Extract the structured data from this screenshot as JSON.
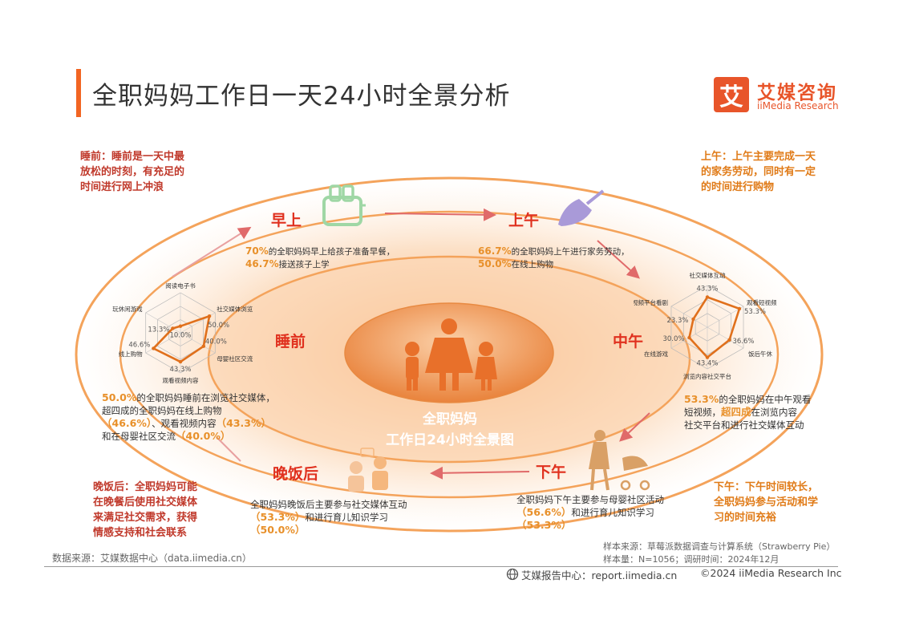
{
  "header": {
    "title": "全职妈妈工作日一天24小时全景分析"
  },
  "logo": {
    "icon_char": "艾",
    "cn": "艾媒咨询",
    "en": "iiMedia Research"
  },
  "notes": {
    "bedtime": {
      "head": "睡前：",
      "l1": "睡前是一天中最",
      "l2": "放松的时刻，有充足的",
      "l3": "时间进行网上冲浪"
    },
    "morning": {
      "head": "上午：",
      "l1": "上午主要完成一天",
      "l2": "的家务劳动，同时有一定",
      "l3": "的时间进行购物"
    },
    "dinner": {
      "head": "晚饭后：",
      "l1": "全职妈妈可能",
      "l2": "在晚餐后使用社交媒体",
      "l3": "来满足社交需求，获得",
      "l4": "情感支持和社会联系"
    },
    "afternoon": {
      "head": "下午：",
      "l1": "下午时间较长，",
      "l2": "全职妈妈参与活动和学",
      "l3": "习的时间充裕"
    }
  },
  "periods": {
    "early": "早上",
    "morning": "上午",
    "noon": "中午",
    "afternoon": "下午",
    "evening": "晚饭后",
    "bedtime": "睡前"
  },
  "center": {
    "l1": "全职妈妈",
    "l2": "工作日24小时全景图"
  },
  "stats": {
    "early": {
      "p1": "70%",
      "t1": "的全职妈妈早上给孩子准备早餐，",
      "p2": "46.7%",
      "t2": "接送孩子上学"
    },
    "morning": {
      "p1": "66.7%",
      "t1": "的全职妈妈上午进行家务劳动，",
      "p2": "50.0%",
      "t2": "在线上购物"
    },
    "noon": {
      "p1": "53.3%",
      "t1": "的全职妈妈在中午观看",
      "t2": "短视频，",
      "p2": "超四成",
      "t3": "在浏览内容",
      "t4": "社交平台和进行社交媒体互动"
    },
    "afternoon": {
      "t1": "全职妈妈下午主要参与母婴社区活动",
      "p1": "（56.6%）",
      "t2": "和进行育儿知识学习",
      "p2": "（53.3%）"
    },
    "evening": {
      "t1": "全职妈妈晚饭后主要参与社交媒体互动",
      "p1": "（53.3%）",
      "t2": "和进行育儿知识学习",
      "p2": "（50.0%）"
    },
    "bedtime": {
      "p1": "50.0%",
      "t1": "的全职妈妈睡前在浏览社交媒体，",
      "t2": "超四成的全职妈妈在线上购物",
      "p2": "（46.6%）",
      "t3": "、观看视频内容",
      "p3": "（43.3%）",
      "t4": "和在母婴社区交流",
      "p4": "（40.0%）"
    }
  },
  "radar_left": {
    "labels": [
      "阅读电子书",
      "社交媒体浏览",
      "母婴社区交流",
      "观看视频内容",
      "线上购物",
      "玩休闲游戏"
    ],
    "values": [
      10.0,
      50.0,
      40.0,
      43.3,
      46.6,
      13.3
    ],
    "value_labels": [
      "10.0%",
      "50.0%",
      "40.0%",
      "43.3%",
      "46.6%",
      "13.3%"
    ]
  },
  "radar_right": {
    "labels": [
      "社交媒体互动",
      "观看短视频",
      "饭后午休",
      "浏览内容社交平台",
      "在线游戏",
      "长视频平台看剧"
    ],
    "values": [
      43.3,
      53.3,
      36.6,
      43.4,
      30.0,
      23.3
    ],
    "value_labels": [
      "43.3%",
      "53.3%",
      "36.6%",
      "43.4%",
      "30.0%",
      "23.3%"
    ]
  },
  "footer": {
    "source_left": "数据来源：艾媒数据中心（data.iimedia.cn）",
    "sample_source": "样本来源：草莓派数据调查与计算系统（Strawberry Pie）",
    "sample_size": "样本量：N=1056；调研时间：2024年12月",
    "report_center": "艾媒报告中心：report.iimedia.cn",
    "copyright": "©2024  iiMedia Research  Inc"
  },
  "colors": {
    "accent": "#f26522",
    "brand": "#e8552a",
    "ring": "#f4a35b",
    "pct": "#e8902a",
    "period": "#e0301e",
    "icon_green": "#9fd7a5",
    "icon_purple": "#a99ad8",
    "icon_tan": "#d9a066"
  }
}
